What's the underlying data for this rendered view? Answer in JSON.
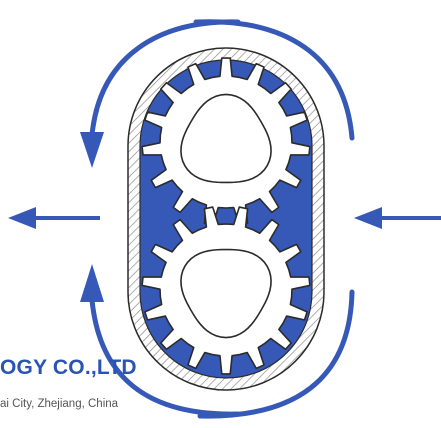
{
  "company": {
    "name": "OGY CO.,LTD",
    "address": "ai City, Zhejiang, China"
  },
  "colors": {
    "primary_blue": "#3659b8",
    "outline": "#2b2b2b",
    "hatch": "#8c8c8c",
    "gear_fill": "#ffffff",
    "company_text": "#2a54b4",
    "address_text": "#555555"
  },
  "gears": {
    "tooth_count": 15
  },
  "icons": [
    "curved-arrow-left-icon",
    "curved-arrow-right-icon",
    "inlet-arrow-icon",
    "outlet-arrow-icon",
    "driving-gear-icon",
    "driven-gear-icon"
  ]
}
